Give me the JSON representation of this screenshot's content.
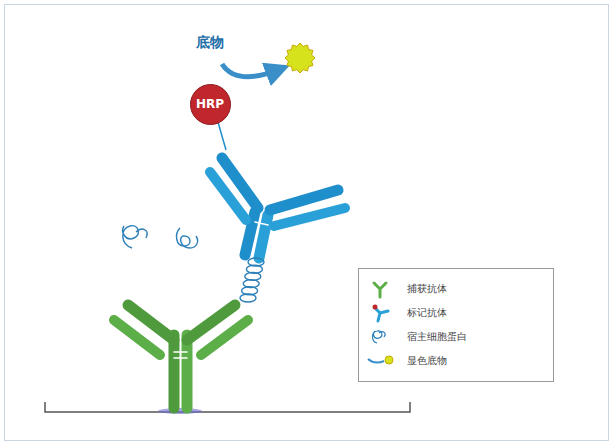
{
  "diagram": {
    "nodes": [
      {
        "text": [
          "HRP"
        ]
      }
    ],
    "labels": [
      "底物"
    ],
    "legend": [
      {
        "text": "捕获抗体"
      },
      {
        "text": "标记抗体"
      },
      {
        "text": "宿主细胞蛋白"
      },
      {
        "text": "显色底物"
      }
    ]
  }
}
